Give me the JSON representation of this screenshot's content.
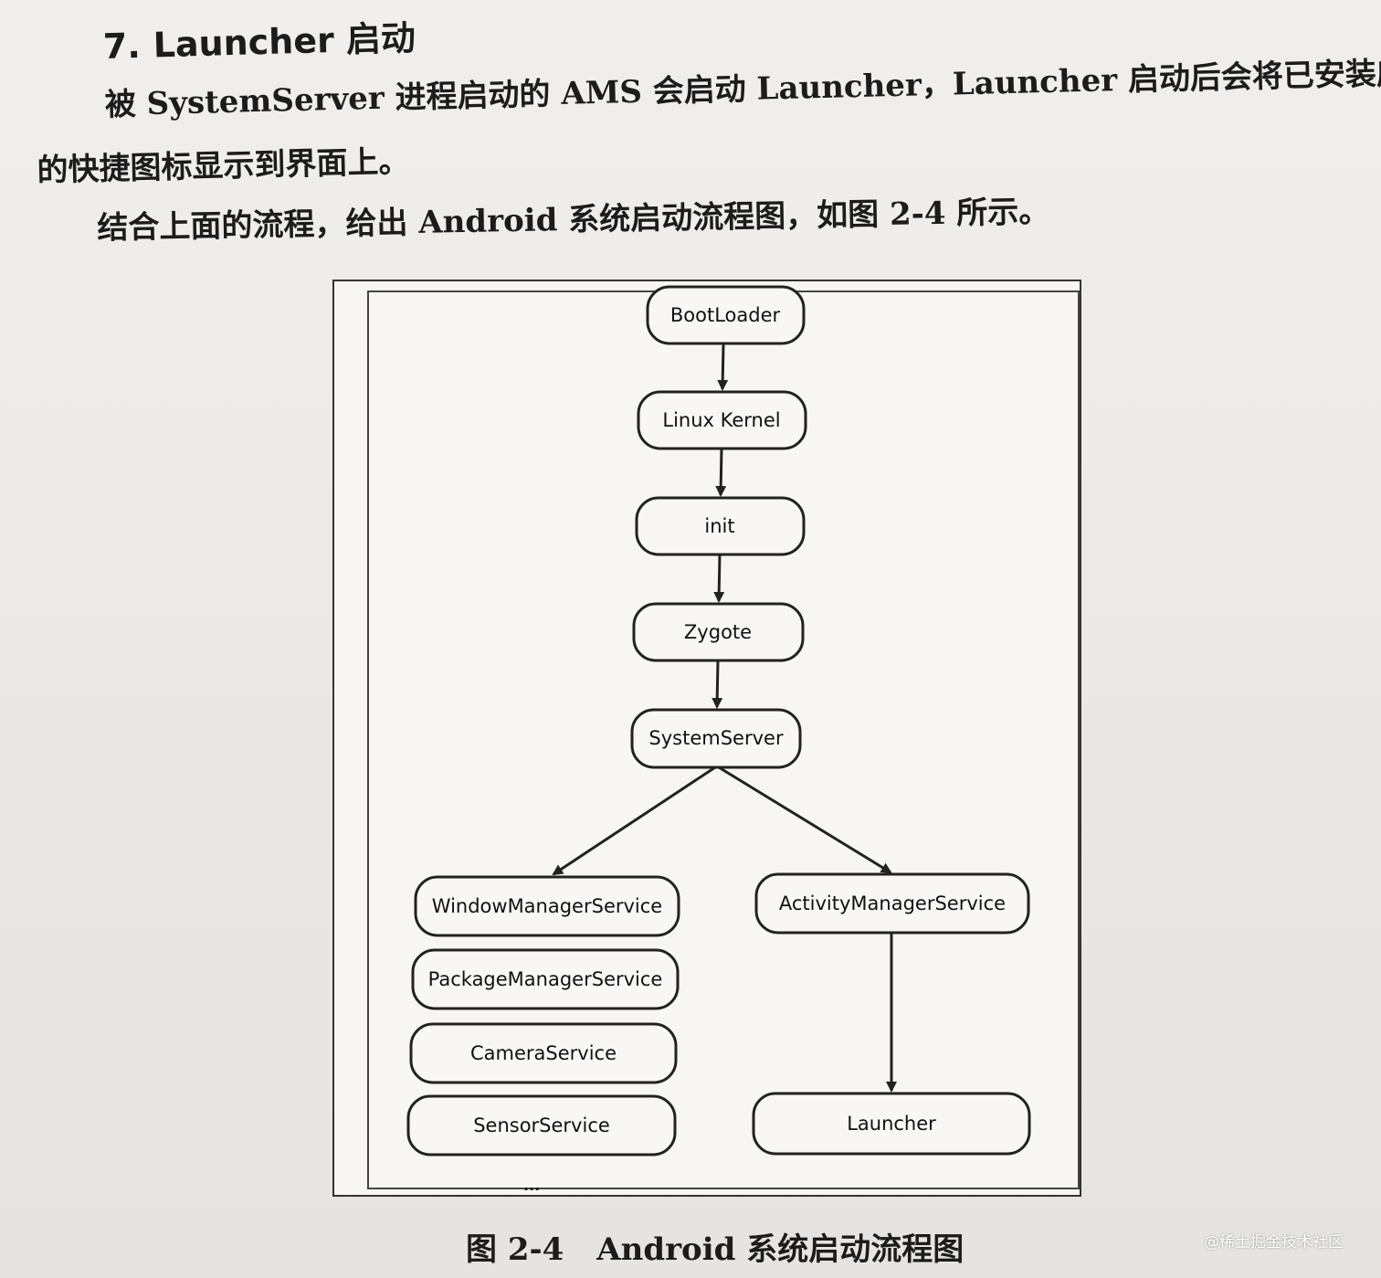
{
  "section": {
    "number": "7.",
    "title": "Launcher 启动"
  },
  "paragraph1": {
    "line1": "被 SystemServer 进程启动的 AMS 会启动 Launcher，Launcher 启动后会将已安装应用",
    "line2": "的快捷图标显示到界面上。"
  },
  "paragraph2": "结合上面的流程，给出 Android 系统启动流程图，如图 2-4 所示。",
  "diagram": {
    "nodes": {
      "bootloader": "BootLoader",
      "kernel": "Linux Kernel",
      "init": "init",
      "zygote": "Zygote",
      "systemserver": "SystemServer",
      "wms": "WindowManagerService",
      "pms": "PackageManagerService",
      "camera": "CameraService",
      "sensor": "SensorService",
      "ams": "ActivityManagerService",
      "launcher": "Launcher"
    },
    "ellipsis": "...",
    "edges": [
      [
        "BootLoader",
        "Linux Kernel"
      ],
      [
        "Linux Kernel",
        "init"
      ],
      [
        "init",
        "Zygote"
      ],
      [
        "Zygote",
        "SystemServer"
      ],
      [
        "SystemServer",
        "WindowManagerService"
      ],
      [
        "SystemServer",
        "ActivityManagerService"
      ],
      [
        "ActivityManagerService",
        "Launcher"
      ]
    ]
  },
  "caption": {
    "number": "图 2-4",
    "text": "Android 系统启动流程图"
  },
  "watermark": "@稀土掘金技术社区"
}
